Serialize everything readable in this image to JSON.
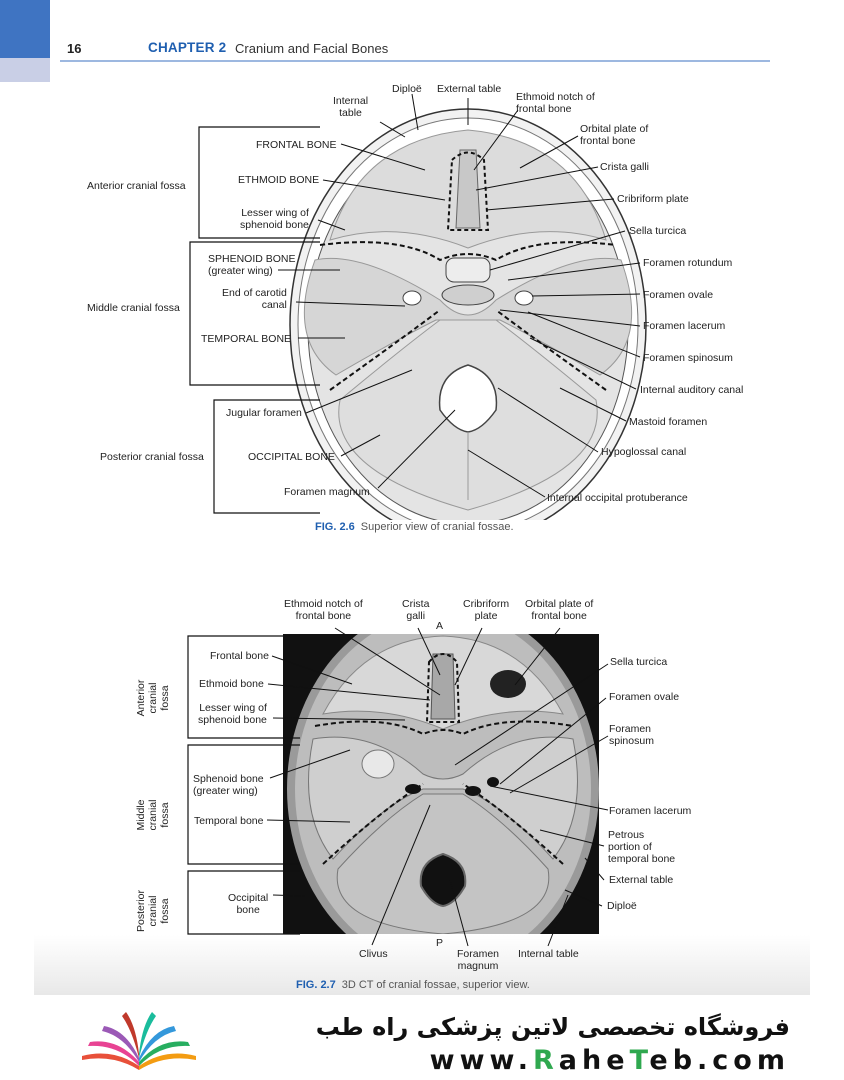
{
  "header": {
    "page_number": "16",
    "chapter_label": "CHAPTER 2",
    "chapter_title": "Cranium and Facial Bones"
  },
  "fig26": {
    "caption_num": "FIG. 2.6",
    "caption_text": "Superior view of cranial fossae.",
    "regions": {
      "anterior": "Anterior cranial fossa",
      "middle": "Middle cranial fossa",
      "posterior": "Posterior cranial fossa"
    },
    "left_labels": {
      "frontal": "FRONTAL BONE",
      "ethmoid": "ETHMOID BONE",
      "lesser_wing_1": "Lesser wing of",
      "lesser_wing_2": "sphenoid bone",
      "sphenoid_1": "SPHENOID BONE",
      "sphenoid_2": "(greater wing)",
      "carotid_1": "End of carotid",
      "carotid_2": "canal",
      "temporal": "TEMPORAL BONE",
      "jugular": "Jugular foramen",
      "occipital": "OCCIPITAL BONE",
      "magnum": "Foramen magnum"
    },
    "top_labels": {
      "internal_1": "Internal",
      "internal_2": "table",
      "diploe": "Diploë",
      "external": "External table",
      "ethmoid_notch_1": "Ethmoid notch of",
      "ethmoid_notch_2": "frontal bone"
    },
    "right_labels": {
      "orbital_1": "Orbital plate of",
      "orbital_2": "frontal bone",
      "crista": "Crista galli",
      "cribriform": "Cribriform plate",
      "sella": "Sella turcica",
      "rotundum": "Foramen rotundum",
      "ovale": "Foramen ovale",
      "lacerum": "Foramen lacerum",
      "spinosum": "Foramen spinosum",
      "auditory": "Internal auditory canal",
      "mastoid": "Mastoid foramen",
      "hypoglossal": "Hypoglossal canal",
      "protuberance": "Internal occipital protuberance"
    }
  },
  "fig27": {
    "caption_num": "FIG. 2.7",
    "caption_text": "3D CT of cranial fossae, superior view.",
    "regions": {
      "anterior": [
        "Anterior",
        "cranial",
        "fossa"
      ],
      "middle": [
        "Middle",
        "cranial",
        "fossa"
      ],
      "posterior": [
        "Posterior",
        "cranial",
        "fossa"
      ]
    },
    "top_labels": {
      "ethmoid_notch_1": "Ethmoid notch of",
      "ethmoid_notch_2": "frontal bone",
      "crista_1": "Crista",
      "crista_2": "galli",
      "cribriform_1": "Cribriform",
      "cribriform_2": "plate",
      "orbital_1": "Orbital plate of",
      "orbital_2": "frontal bone",
      "a_marker": "A"
    },
    "left_labels": {
      "frontal": "Frontal bone",
      "ethmoid": "Ethmoid bone",
      "lesser_1": "Lesser wing of",
      "lesser_2": "sphenoid bone",
      "sphenoid_1": "Sphenoid bone",
      "sphenoid_2": "(greater wing)",
      "temporal": "Temporal bone",
      "occipital_1": "Occipital",
      "occipital_2": "bone"
    },
    "right_labels": {
      "sella": "Sella turcica",
      "ovale": "Foramen ovale",
      "spinosum_1": "Foramen",
      "spinosum_2": "spinosum",
      "lacerum": "Foramen lacerum",
      "petrous_1": "Petrous",
      "petrous_2": "portion of",
      "petrous_3": "temporal bone",
      "external": "External table",
      "diploe": "Diploë"
    },
    "bottom_labels": {
      "clivus": "Clivus",
      "p_marker": "P",
      "magnum_1": "Foramen",
      "magnum_2": "magnum",
      "internal": "Internal table"
    }
  },
  "branding": {
    "persian": "فروشگاه تخصصی لاتین پزشکی  راه طب",
    "url_parts": [
      "www.",
      "R",
      "ahe",
      "T",
      "eb.com"
    ]
  }
}
